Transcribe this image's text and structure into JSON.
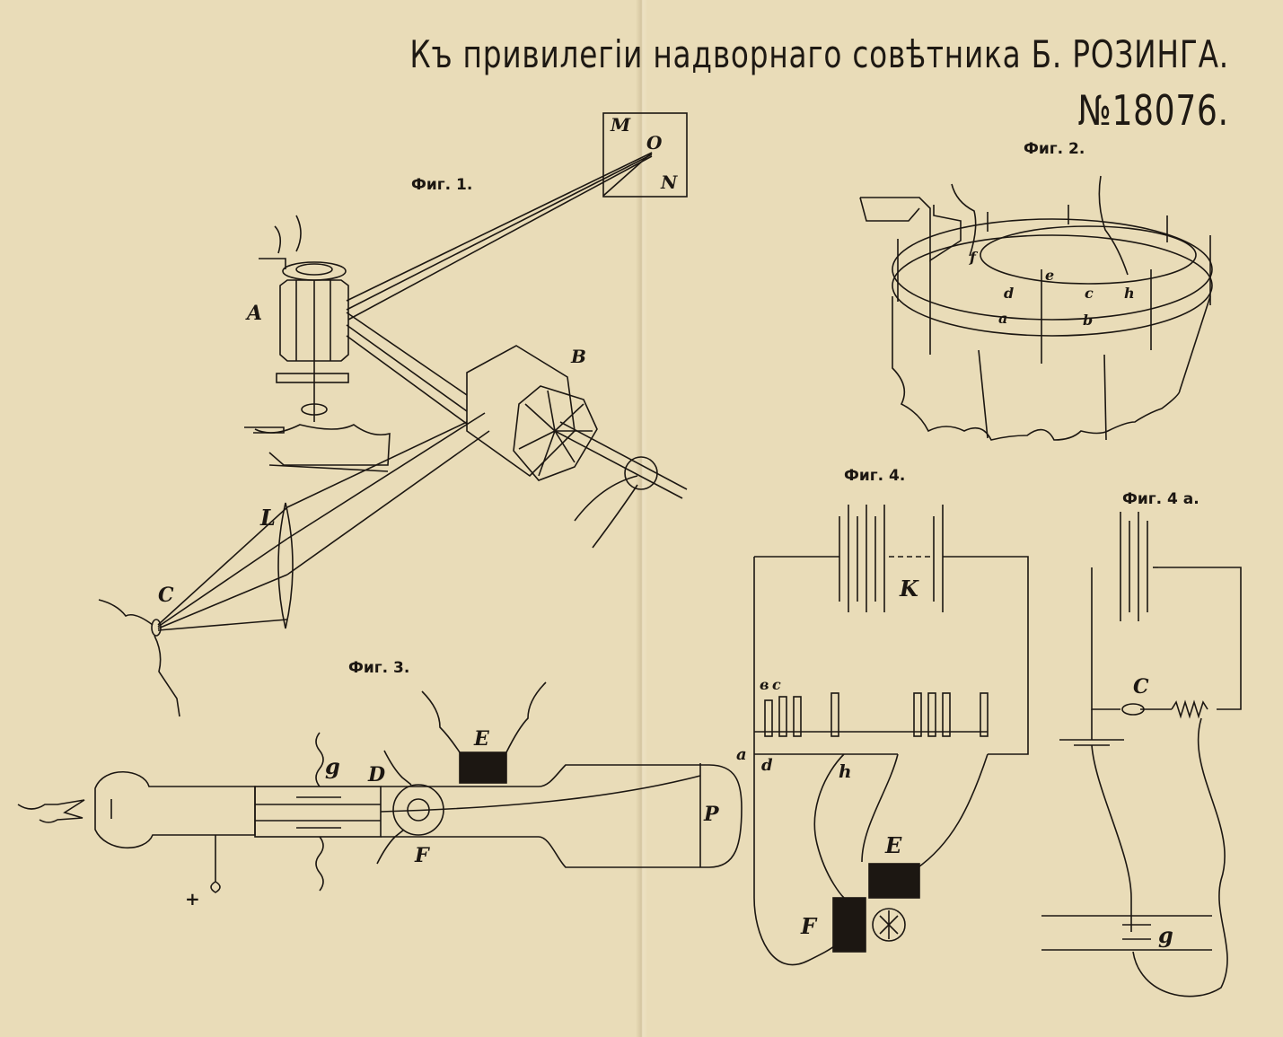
{
  "header": {
    "title": "Къ привилегiи надворнаго совѣтника Б. РОЗИНГА.",
    "number": "№18076."
  },
  "figures": {
    "fig1": "Фиг. 1.",
    "fig2": "Фиг. 2.",
    "fig3": "Фиг. 3.",
    "fig4": "Фиг. 4.",
    "fig4a": "Фиг. 4 а."
  },
  "fig1_labels": {
    "M": "M",
    "O": "O",
    "N": "N",
    "A": "A",
    "B": "B",
    "L": "L",
    "C": "C"
  },
  "fig2_labels": {
    "f": "f",
    "e": "e",
    "c": "c",
    "h": "h",
    "d": "d",
    "a": "a",
    "b": "b"
  },
  "fig3_labels": {
    "g": "g",
    "D": "D",
    "E": "E",
    "F": "F",
    "P": "P",
    "plus": "+"
  },
  "fig4_labels": {
    "K": "K",
    "b": "в",
    "c": "c",
    "a": "a",
    "d": "d",
    "h": "h",
    "E": "E",
    "F": "F"
  },
  "fig4a_labels": {
    "C": "C",
    "g": "g"
  },
  "colors": {
    "paper": "#e9dcb8",
    "ink": "#1c1712"
  }
}
